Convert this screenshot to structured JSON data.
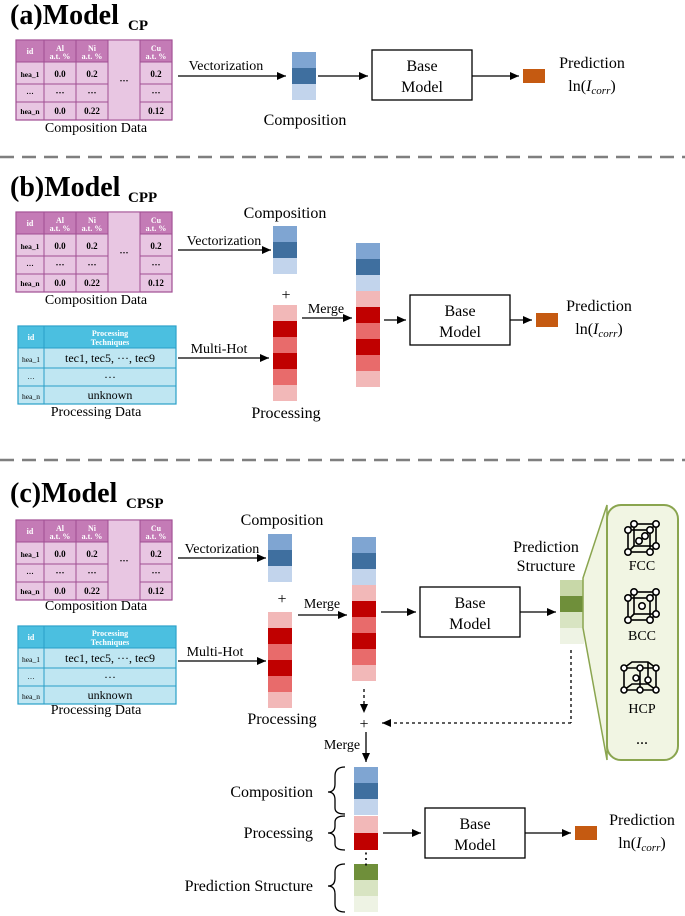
{
  "panels": {
    "a": {
      "title": "(a)Model",
      "sub": "CP"
    },
    "b": {
      "title": "(b)Model",
      "sub": "CPP"
    },
    "c": {
      "title": "(c)Model",
      "sub": "CPSP"
    }
  },
  "composition_table": {
    "headers": [
      "id",
      "Al",
      "Ni",
      "Cu"
    ],
    "units": "a.t. %",
    "rows": [
      [
        "hea_1",
        "0.0",
        "0.2",
        "0.2"
      ],
      [
        "···",
        "···",
        "···",
        "···"
      ],
      [
        "hea_n",
        "0.0",
        "0.22",
        "0.12"
      ]
    ],
    "gap": "···",
    "caption": "Composition Data"
  },
  "processing_table": {
    "headers": [
      "id",
      "Processing",
      "Techniques"
    ],
    "rows": [
      [
        "hea_1",
        "tec1, tec5, ···, tec9"
      ],
      [
        "···",
        "···"
      ],
      [
        "hea_n",
        "unknown"
      ]
    ],
    "caption": "Processing Data"
  },
  "labels": {
    "vectorization": "Vectorization",
    "multihot": "Multi-Hot",
    "merge": "Merge",
    "composition": "Composition",
    "processing": "Processing",
    "base_line1": "Base",
    "base_line2": "Model",
    "prediction": "Prediction",
    "ln": "ln(",
    "icorr_i": "I",
    "icorr_sub": "corr",
    "close": ")",
    "plus": "+",
    "pred_struct1": "Prediction",
    "pred_struct2": "Structure",
    "prediction_structure": "Prediction Structure",
    "fcc": "FCC",
    "bcc": "BCC",
    "hcp": "HCP",
    "more": "...",
    "vdots": "⋮"
  },
  "colors": {
    "comp_table_fill": "#e8c6e2",
    "comp_table_header": "#c47bb6",
    "comp_table_border": "#a04e93",
    "proc_table_fill": "#bfe6f2",
    "proc_table_header": "#4bbfe0",
    "proc_table_border": "#2a9fc8",
    "comp_vec": [
      "#7fa5d2",
      "#3f6f9f",
      "#c2d4ec"
    ],
    "proc_vec": [
      "#f2b8b8",
      "#c00000",
      "#e86b6b",
      "#c00000",
      "#e86b6b",
      "#f2b8b8"
    ],
    "struct_vec": [
      "#c8d8a8",
      "#6f8f3a",
      "#d8e4c2",
      "#eef3e4"
    ],
    "output": "#c55a11",
    "struct_panel": "#f1f5e3",
    "struct_panel_border": "#8aa54f",
    "dash": "#7f7f7f"
  }
}
